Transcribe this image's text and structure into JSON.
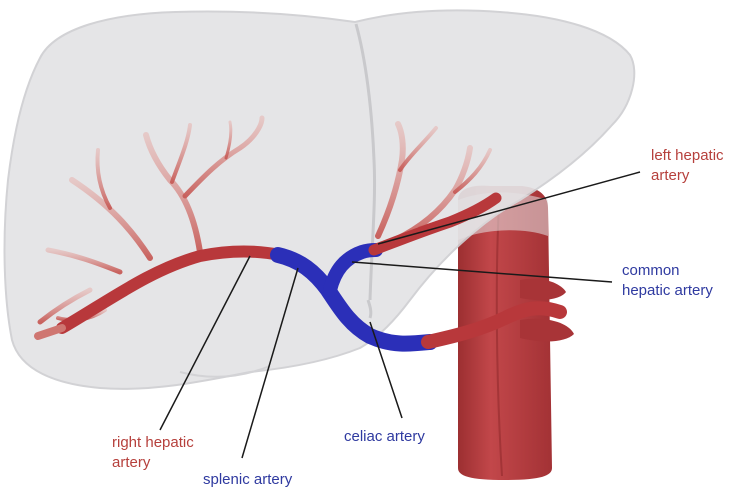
{
  "labels": {
    "left_hepatic": [
      "left hepatic",
      "artery"
    ],
    "common_hepatic": [
      "common",
      "hepatic artery"
    ],
    "right_hepatic": [
      "right hepatic",
      "artery"
    ],
    "splenic": "splenic artery",
    "celiac": "celiac artery"
  },
  "colors": {
    "liver": "#e3e3e5",
    "liver_outline": "#cfcfd2",
    "artery_red": "#b8383b",
    "artery_light": "#d98a86",
    "artery_blue": "#2b2fb8",
    "aorta": "#b33a3c",
    "label_red": "#b6403c",
    "label_blue": "#2f3aa0"
  }
}
